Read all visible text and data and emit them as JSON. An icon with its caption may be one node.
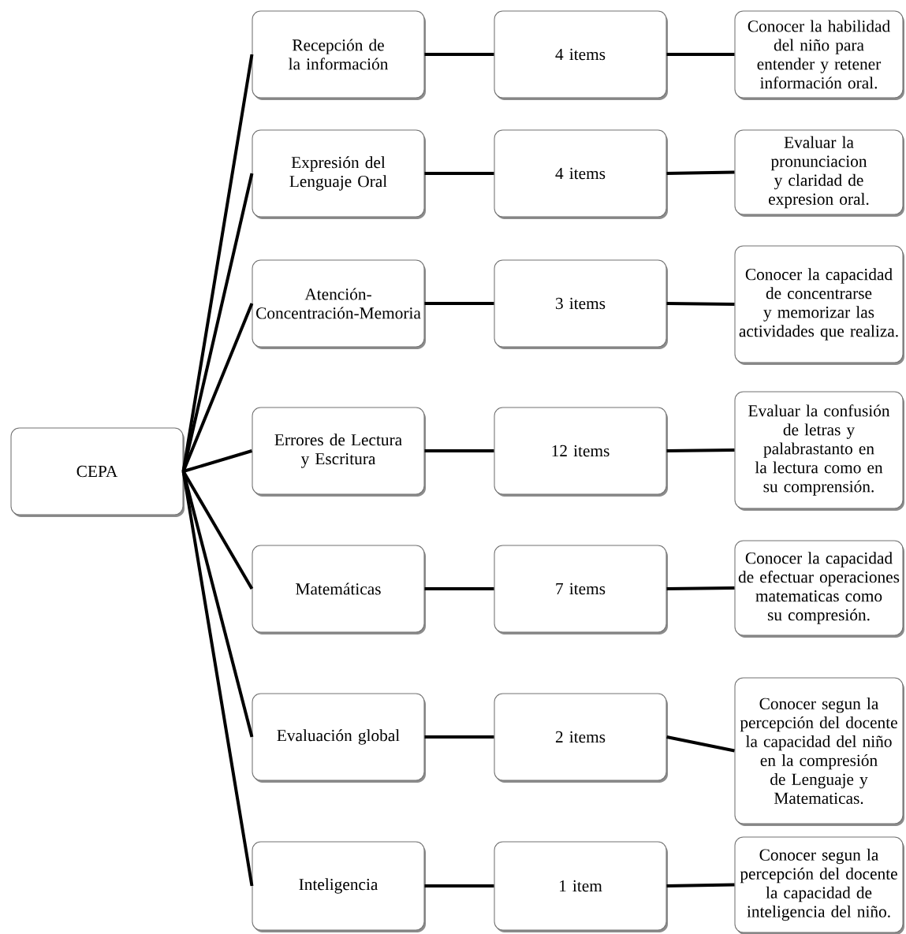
{
  "diagram": {
    "nodes": [
      {
        "text": [
          "CEPA"
        ]
      },
      {
        "text": [
          "Recepción de la información"
        ]
      },
      {
        "text": [
          "4 items"
        ]
      },
      {
        "text": [
          "Conocer la habilidad del niño para entender y retener información oral."
        ]
      },
      {
        "text": [
          "Expresión del Lenguaje Oral"
        ]
      },
      {
        "text": [
          "4 items"
        ]
      },
      {
        "text": [
          "Evaluar la pronunciacion y claridad de expresion oral."
        ]
      },
      {
        "text": [
          "Atención-Concentración-Memoria"
        ]
      },
      {
        "text": [
          "3 items"
        ]
      },
      {
        "text": [
          "Conocer la capacidad de concentrarse y memorizar las actividades que realiza."
        ]
      },
      {
        "text": [
          "Errores de Lectura y Escritura"
        ]
      },
      {
        "text": [
          "12 items"
        ]
      },
      {
        "text": [
          "Evaluar la confusión de letras y palabrastanto en la lectura como en su comprensión."
        ]
      },
      {
        "text": [
          "Matemáticas"
        ]
      },
      {
        "text": [
          "7 items"
        ]
      },
      {
        "text": [
          "Conocer la capacidad de efectuar operaciones matematicas como su compresión."
        ]
      },
      {
        "text": [
          "Evaluación global"
        ]
      },
      {
        "text": [
          "2 items"
        ]
      },
      {
        "text": [
          "Conocer segun la percepción del docente la capacidad del niño en la compresión de Lenguaje y Matematicas."
        ]
      },
      {
        "text": [
          "Inteligencia"
        ]
      },
      {
        "text": [
          "1 item"
        ]
      },
      {
        "text": [
          "Conocer segun la percepción del docente la capacidad de inteligencia del niño."
        ]
      }
    ],
    "edges": [
      {
        "from": 0,
        "to": 1,
        "arrow": "none"
      },
      {
        "from": 0,
        "to": 4,
        "arrow": "none"
      },
      {
        "from": 0,
        "to": 7,
        "arrow": "none"
      },
      {
        "from": 0,
        "to": 10,
        "arrow": "none"
      },
      {
        "from": 0,
        "to": 13,
        "arrow": "none"
      },
      {
        "from": 0,
        "to": 16,
        "arrow": "none"
      },
      {
        "from": 0,
        "to": 19,
        "arrow": "none"
      },
      {
        "from": 1,
        "to": 2,
        "arrow": "none"
      },
      {
        "from": 2,
        "to": 3,
        "arrow": "none"
      },
      {
        "from": 4,
        "to": 5,
        "arrow": "none"
      },
      {
        "from": 5,
        "to": 6,
        "arrow": "none"
      },
      {
        "from": 7,
        "to": 8,
        "arrow": "none"
      },
      {
        "from": 8,
        "to": 9,
        "arrow": "none"
      },
      {
        "from": 10,
        "to": 11,
        "arrow": "none"
      },
      {
        "from": 11,
        "to": 12,
        "arrow": "none"
      },
      {
        "from": 13,
        "to": 14,
        "arrow": "none"
      },
      {
        "from": 14,
        "to": 15,
        "arrow": "none"
      },
      {
        "from": 16,
        "to": 17,
        "arrow": "none"
      },
      {
        "from": 17,
        "to": 18,
        "arrow": "none"
      },
      {
        "from": 19,
        "to": 20,
        "arrow": "none"
      },
      {
        "from": 20,
        "to": 21,
        "arrow": "none"
      }
    ]
  }
}
